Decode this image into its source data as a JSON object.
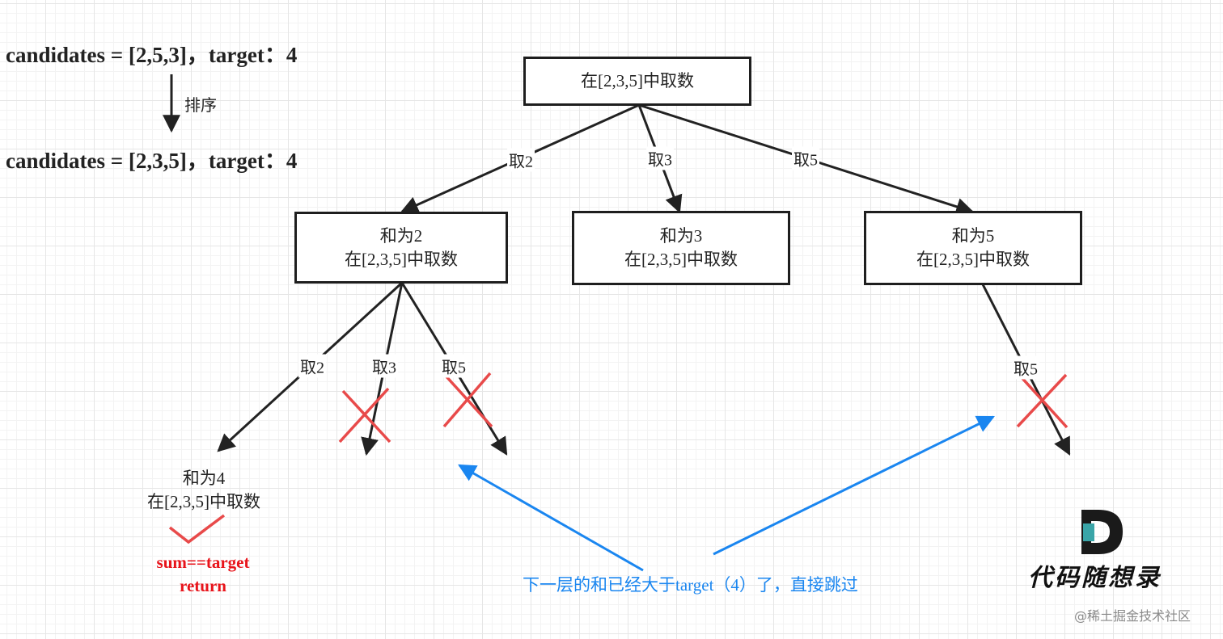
{
  "header": {
    "line1": "candidates = [2,5,3]，target：4",
    "sort_label": "排序",
    "line2": "candidates = [2,3,5]，target：4"
  },
  "tree": {
    "root": "在[2,3,5]中取数",
    "level1": [
      {
        "edge": "取2",
        "line1": "和为2",
        "line2": "在[2,3,5]中取数"
      },
      {
        "edge": "取3",
        "line1": "和为3",
        "line2": "在[2,3,5]中取数"
      },
      {
        "edge": "取5",
        "line1": "和为5",
        "line2": "在[2,3,5]中取数"
      }
    ],
    "level2_edges": [
      "取2",
      "取3",
      "取5",
      "取5"
    ],
    "leaf": {
      "line1": "和为4",
      "line2": "在[2,3,5]中取数"
    }
  },
  "result": {
    "line1": "sum==target",
    "line2": "return"
  },
  "note": "下一层的和已经大于target（4）了，直接跳过",
  "logo": {
    "letter": "D",
    "text": "代码随想录"
  },
  "watermark": "@稀土掘金技术社区",
  "colors": {
    "line": "#222222",
    "cross": "#e84a4a",
    "note": "#1a86f0",
    "result": "#e8141b",
    "logo_teal": "#3aa5a8"
  }
}
